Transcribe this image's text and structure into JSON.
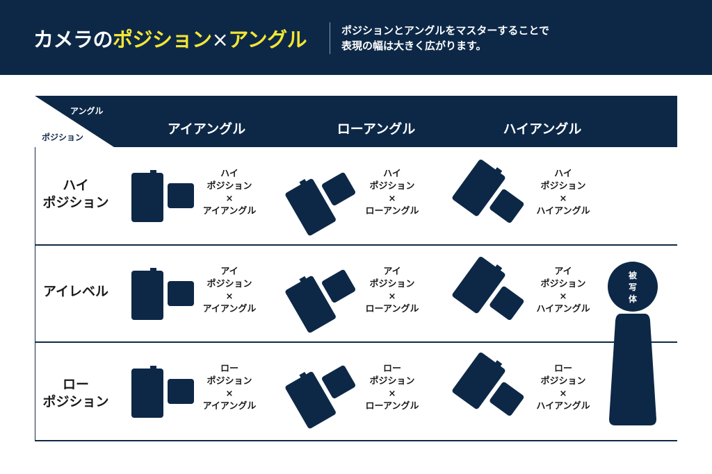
{
  "header": {
    "title_pre": "カメラの",
    "title_hl1": "ポジション",
    "title_x": "×",
    "title_hl2": "アングル",
    "subtitle_line1": "ポジションとアングルをマスターすることで",
    "subtitle_line2": "表現の幅は大きく広がります。"
  },
  "table": {
    "corner_angle": "アングル",
    "corner_position": "ポジション",
    "columns": [
      "アイアングル",
      "ローアングル",
      "ハイアングル"
    ],
    "rows": [
      {
        "label_line1": "ハイ",
        "label_line2": "ポジション",
        "cells": [
          [
            "ハイ",
            "ポジション",
            "×",
            "アイアングル"
          ],
          [
            "ハイ",
            "ポジション",
            "×",
            "ローアングル"
          ],
          [
            "ハイ",
            "ポジション",
            "×",
            "ハイアングル"
          ]
        ]
      },
      {
        "label_line1": "アイレベル",
        "label_line2": "",
        "cells": [
          [
            "アイ",
            "ポジション",
            "×",
            "アイアングル"
          ],
          [
            "アイ",
            "ポジション",
            "×",
            "ローアングル"
          ],
          [
            "アイ",
            "ポジション",
            "×",
            "ハイアングル"
          ]
        ]
      },
      {
        "label_line1": "ロー",
        "label_line2": "ポジション",
        "cells": [
          [
            "ロー",
            "ポジション",
            "×",
            "アイアングル"
          ],
          [
            "ロー",
            "ポジション",
            "×",
            "ローアングル"
          ],
          [
            "ロー",
            "ポジション",
            "×",
            "ハイアングル"
          ]
        ]
      }
    ]
  },
  "subject": {
    "label_chars": [
      "被",
      "写",
      "体"
    ]
  },
  "colors": {
    "navy": "#0d2847",
    "highlight": "#f4e634",
    "white": "#ffffff"
  }
}
